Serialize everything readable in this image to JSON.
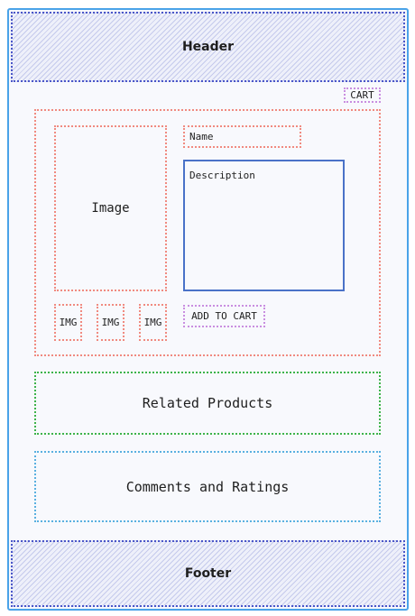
{
  "header": {
    "label": "Header"
  },
  "cart": {
    "label": "CART"
  },
  "product": {
    "image_label": "Image",
    "name_label": "Name",
    "description_label": "Description",
    "thumbnails": [
      "IMG",
      "IMG",
      "IMG"
    ],
    "add_to_cart_label": "ADD TO CART"
  },
  "related": {
    "label": "Related Products"
  },
  "comments": {
    "label": "Comments and Ratings"
  },
  "footer": {
    "label": "Footer"
  },
  "colors": {
    "frame": "#4aa3e8",
    "header_footer": "#4a56c8",
    "product_section": "#f08a80",
    "description": "#4a72c8",
    "cart_buttons": "#c98ee0",
    "related": "#3db34a",
    "comments": "#5ab0e0"
  }
}
